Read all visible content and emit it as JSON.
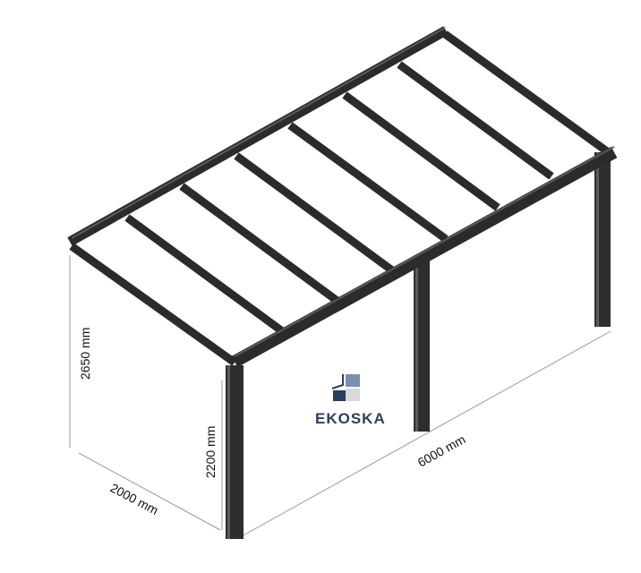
{
  "dimensions": {
    "height_back": "2650 mm",
    "height_front": "2200 mm",
    "depth": "2000 mm",
    "length": "6000 mm"
  },
  "logo": {
    "text": "EKOSKA"
  },
  "colors": {
    "frame": "#2b2b2b",
    "logo_dark": "#2c3e5e",
    "logo_mid": "#7b8fb0",
    "logo_light": "#d8dad8"
  }
}
